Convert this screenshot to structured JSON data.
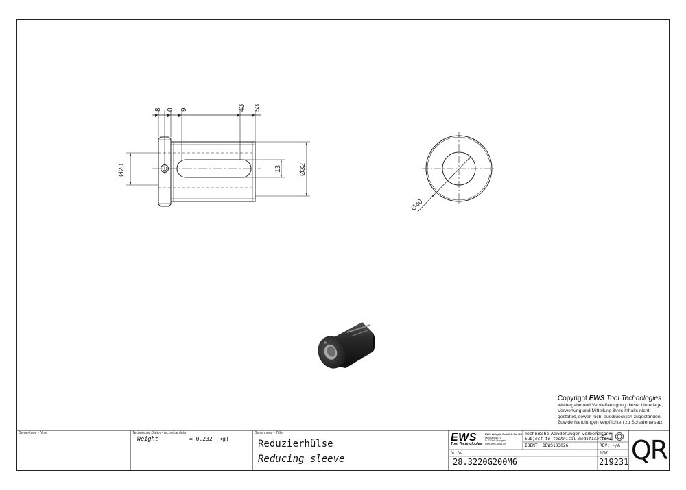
{
  "dimensions": {
    "d8": "8",
    "d0": "0",
    "d9": "9",
    "d43": "43",
    "d53": "53",
    "dia20": "Ø20",
    "d13": "13",
    "dia32": "Ø32",
    "dia40": "Ø40"
  },
  "copyright": {
    "prefix": "Copyright",
    "brand": "EWS",
    "suffix": "Tool Technologies",
    "lines": [
      "Weitergabe und Vervielfaeltigung dieser Unterlage,",
      "Verwertung und Mitteilung ihres Inhalts nicht",
      "gestattet, soweit nicht ausdruecklich zugestanden.",
      "Zuwiderhandlungen verpflichten zu Schadenersatz."
    ]
  },
  "title_block": {
    "remark_label": "Bemerkung - Note",
    "tech_label": "Technische Daten - technical data",
    "weight_label": "Weight",
    "weight_value": "= 0.232 [kg]",
    "title_label": "Benennung - Title",
    "title_de": "Reduzierhülse",
    "title_en": "Reducing sleeve",
    "logo": "EWS",
    "logo_sub": "Tool Technologies",
    "address": [
      "EWS Weigele GmbH & Co. KG",
      "Maybachstr. 1",
      "D-73066 Uhingen",
      "www.ews-tools.de"
    ],
    "notice_de": "Technische Aenderungen vorbehalten!",
    "notice_en": "Subject to technical modifications!",
    "ident": "IDENT: DEWS103026",
    "rev": "REV: -/A",
    "nr_label": "Nr - No",
    "part_number": "28.3220G200M6",
    "mnr_label": "MNR",
    "mnr": "219231",
    "qr": "QR"
  },
  "icons": [
    "projection-symbol-icon"
  ]
}
